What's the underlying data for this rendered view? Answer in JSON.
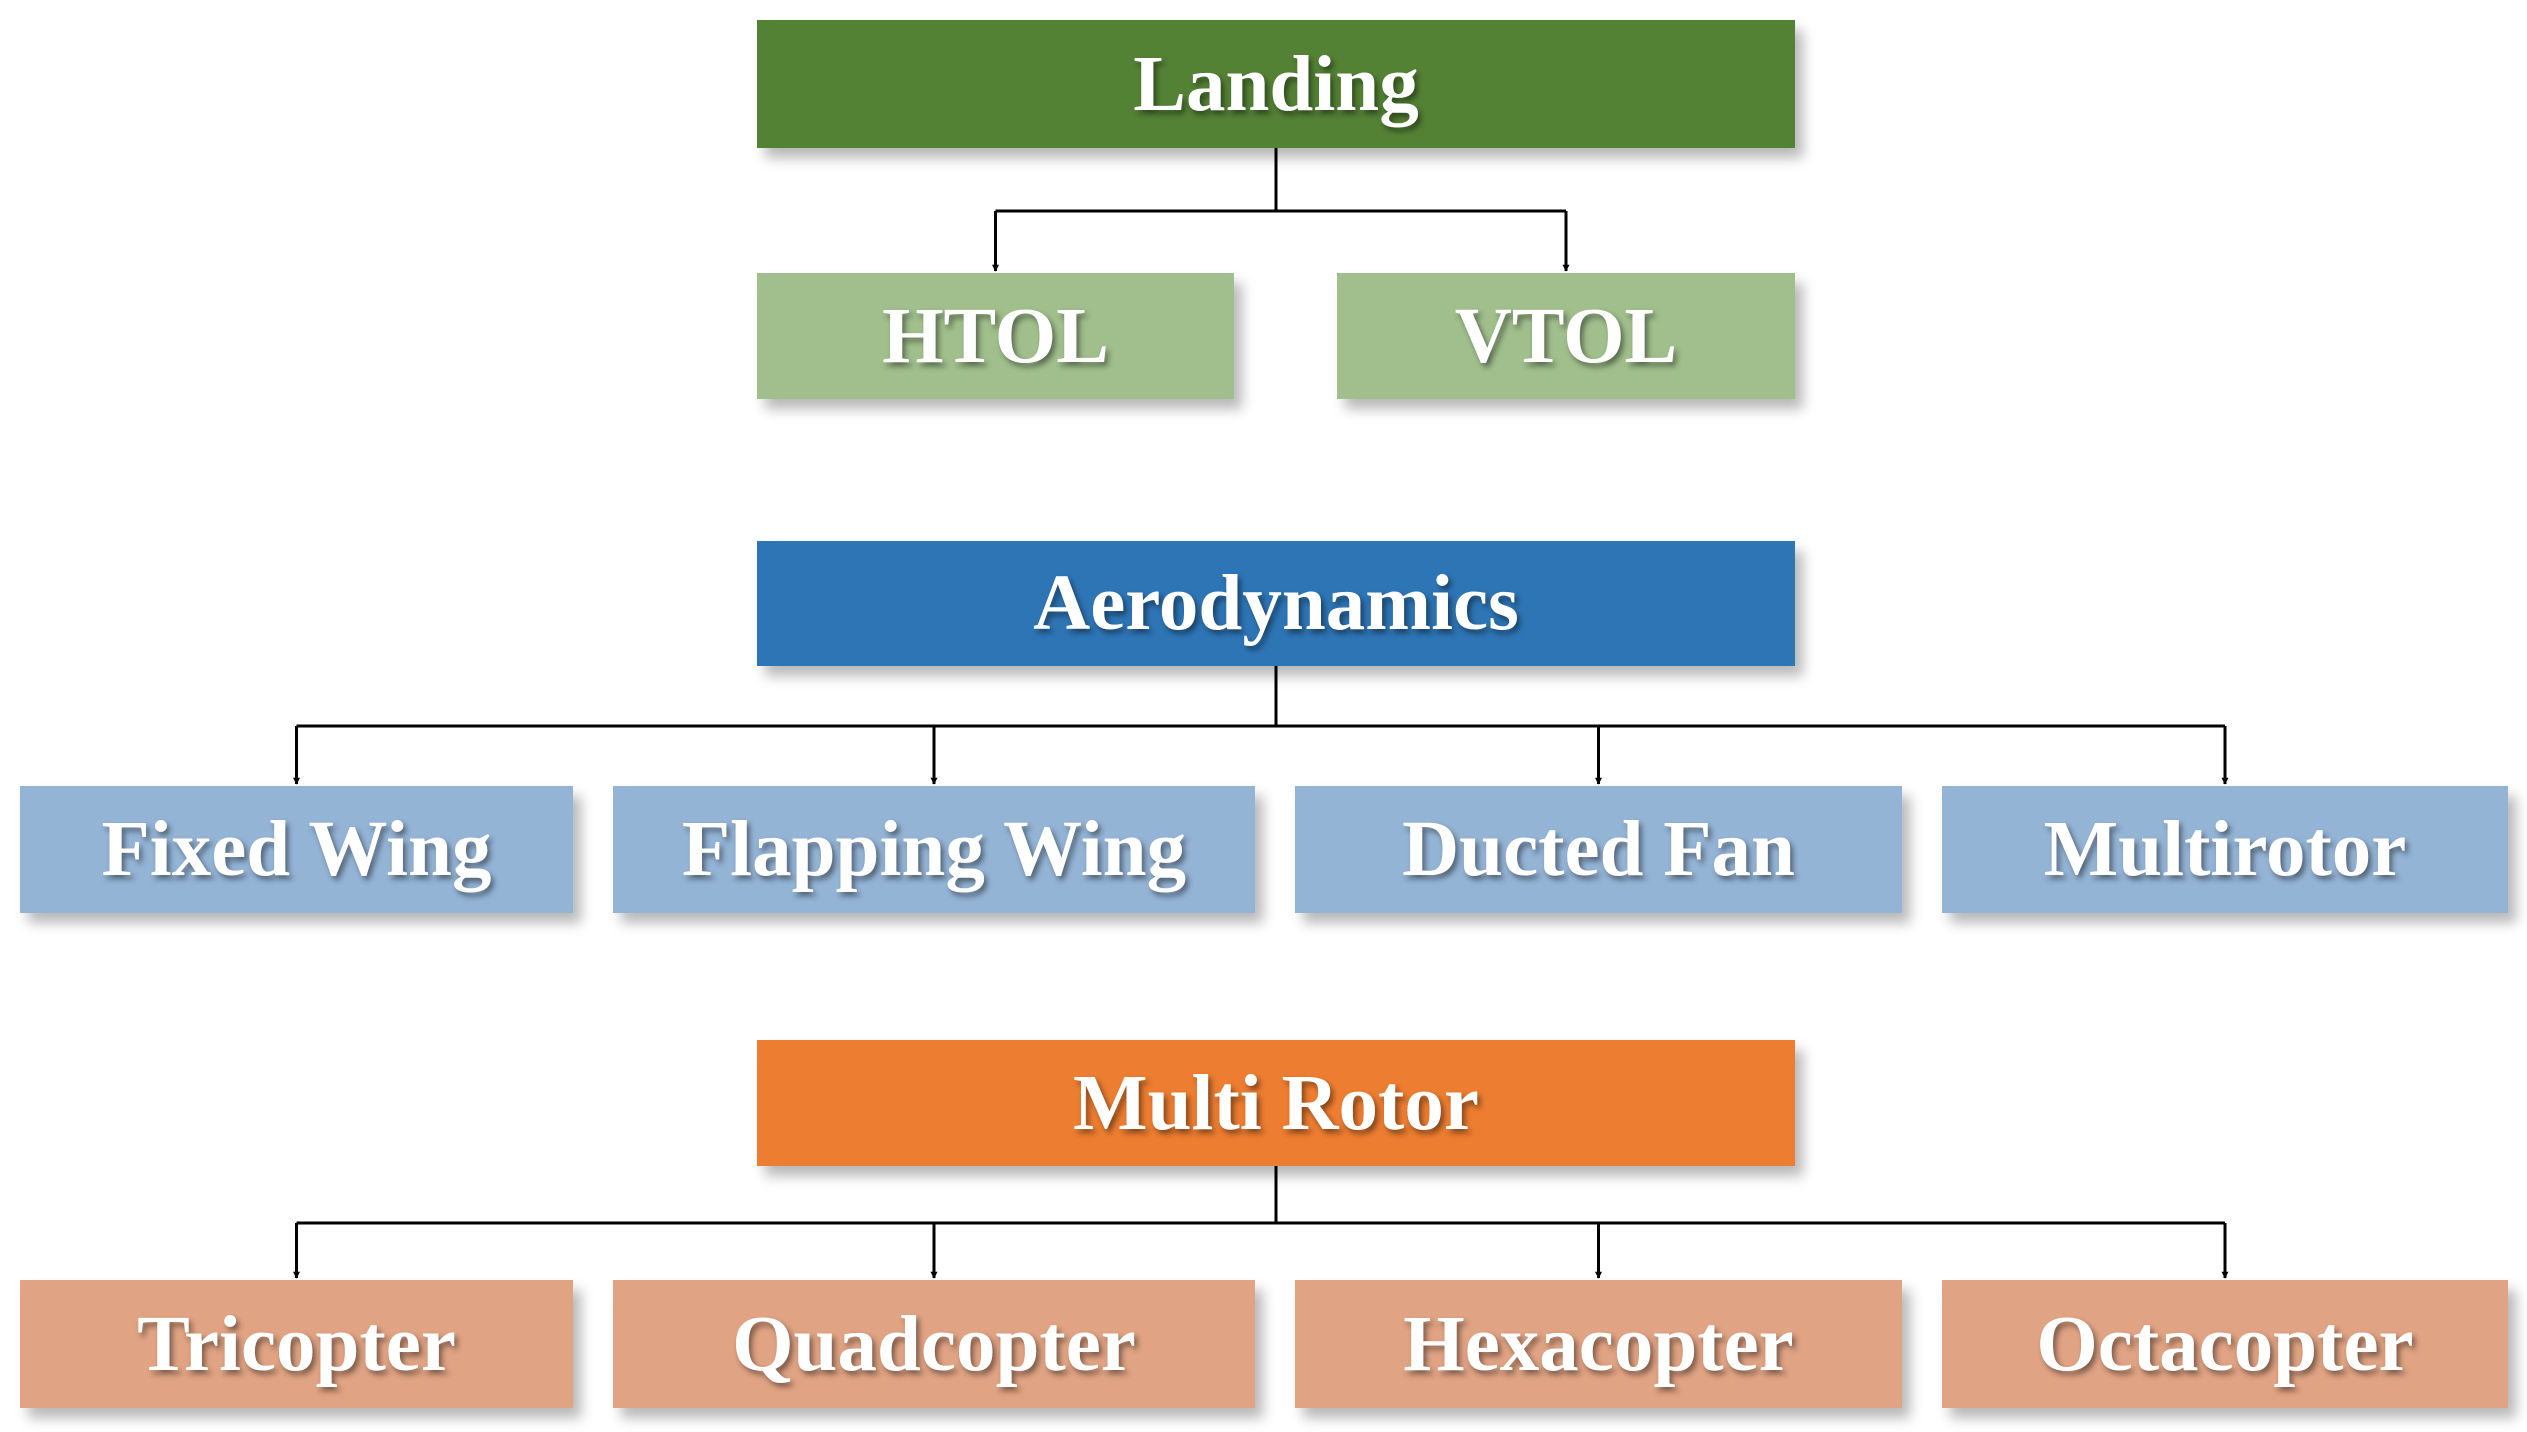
{
  "groups": [
    {
      "parent": {
        "label": "Landing",
        "color": "#548235"
      },
      "children": [
        {
          "label": "HTOL"
        },
        {
          "label": "VTOL"
        }
      ],
      "child_color": "#A0BF8C"
    },
    {
      "parent": {
        "label": "Aerodynamics",
        "color": "#2E75B6"
      },
      "children": [
        {
          "label": "Fixed Wing"
        },
        {
          "label": "Flapping Wing"
        },
        {
          "label": "Ducted Fan"
        },
        {
          "label": "Multirotor"
        }
      ],
      "child_color": "#94B4D6"
    },
    {
      "parent": {
        "label": "Multi Rotor",
        "color": "#ED7D31"
      },
      "children": [
        {
          "label": "Tricopter"
        },
        {
          "label": "Quadcopter"
        },
        {
          "label": "Hexacopter"
        },
        {
          "label": "Octacopter"
        }
      ],
      "child_color": "#E0A383"
    }
  ],
  "connector_color": "#000000"
}
